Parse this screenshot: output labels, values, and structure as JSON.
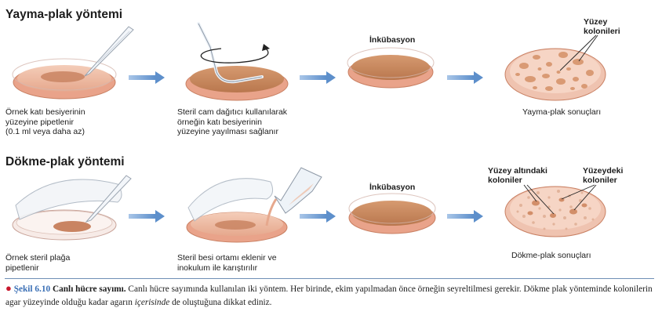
{
  "section1": {
    "title": "Yayma-plak yöntemi",
    "step1": [
      "Örnek katı besiyerinin",
      "yüzeyine pipetlenir",
      "(0.1 ml veya daha az)"
    ],
    "step2": [
      "Steril cam dağıtıcı kullanılarak",
      "örneğin katı besiyerinin",
      "yüzeyine yayılması sağlanır"
    ],
    "incubation": "İnkübasyon",
    "result_caption": "Yayma-plak sonuçları",
    "surface_label": [
      "Yüzey",
      "kolonileri"
    ]
  },
  "section2": {
    "title": "Dökme-plak yöntemi",
    "step1": [
      "Örnek steril plağa",
      "pipetlenir"
    ],
    "step2": [
      "Steril besi ortamı eklenir ve",
      "inokulum ile karıştırılır"
    ],
    "incubation": "İnkübasyon",
    "result_caption": "Dökme-plak sonuçları",
    "subsurface_label": [
      "Yüzey altındaki",
      "koloniler"
    ],
    "surface_label": [
      "Yüzeydeki",
      "koloniler"
    ]
  },
  "caption": {
    "figure": "Şekil 6.10",
    "heading": "Canlı hücre sayımı.",
    "text_a": "Canlı hücre sayımında kullanılan iki yöntem. Her birinde, ekim yapılmadan önce örneğin seyreltilmesi gerekir. Dökme plak yönteminde kolonilerin agar yüzeyinde olduğu kadar agarın",
    "emph": "içerisinde",
    "text_b": "de oluştuğuna dikkat ediniz."
  },
  "colors": {
    "agar": "#c98b63",
    "agar_light": "#eebfa8",
    "dish_rim": "#e8a189",
    "arrow": "#6f9ed2",
    "accent_blue": "#3a6fb5",
    "bullet_red": "#c8182d"
  }
}
